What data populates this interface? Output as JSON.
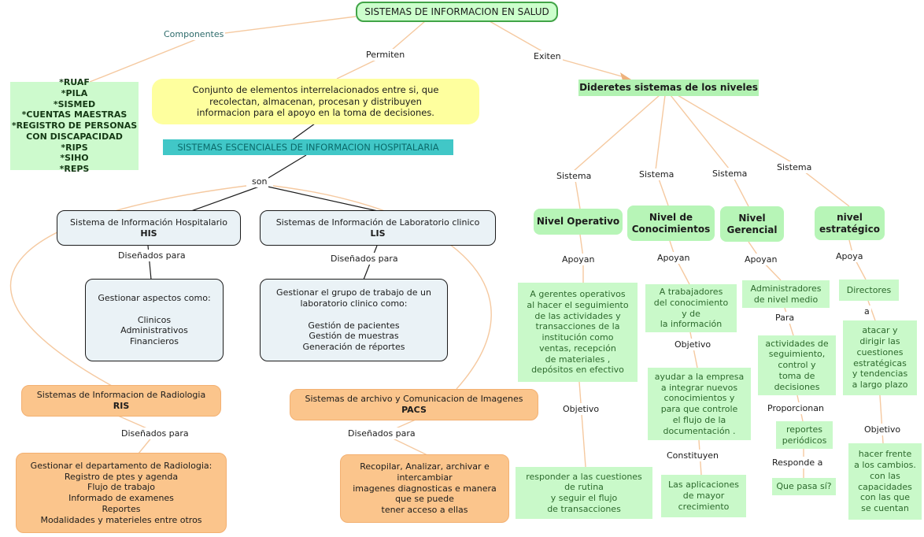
{
  "title": "SISTEMAS DE INFORMACION EN SALUD",
  "colors": {
    "node_green": "#ccffcc",
    "green_border": "#41a447",
    "yellow": "#feff9e",
    "teal_bg": "#41c7c7",
    "teal_text": "#0a6a6a",
    "steel_blue": "#eaf2f6",
    "orange": "#fbc58c",
    "light_green_box": "#c9f9c9",
    "level_green": "#b7f5b7",
    "line_peach": "#f5c9a0",
    "line_dark": "#1c1c1c"
  },
  "labels": {
    "componentes": "Componentes",
    "permiten": "Permiten",
    "exiten": "Exiten",
    "son": "son",
    "disenados": "Diseñados para",
    "sistema": "Sistema",
    "apoyan": "Apoyan",
    "apoya": "Apoya",
    "objetivo": "Objetivo",
    "constituyen": "Constituyen",
    "para": "Para",
    "proporcionan": "Proporcionan",
    "responde_a": "Responde a",
    "a": "a"
  },
  "nodes": {
    "componentes_list": {
      "text": "*RUAF\n*PILA\n*SISMED\n*CUENTAS MAESTRAS\n*REGISTRO DE PERSONAS\nCON DISCAPACIDAD\n*RIPS\n*SIHO\n*REPS"
    },
    "definicion": {
      "text": "Conjunto de elementos interrelacionados entre si, que\nrecolectan, almacenan, procesan y distribuyen\ninformacion para el apoyo en la toma de decisiones."
    },
    "hospitalaria": {
      "text": "SISTEMAS ESCENCIALES DE INFORMACION HOSPITALARIA"
    },
    "his": {
      "title": "Sistema de Información Hospitalario",
      "code": "HIS"
    },
    "lis": {
      "title": "Sistemas de Información de Laboratorio clinico",
      "code": "LIS"
    },
    "his_detail": {
      "text": "Gestionar aspectos como:\n\nClinicos\nAdministrativos\nFinancieros"
    },
    "lis_detail": {
      "text": "Gestionar el grupo de trabajo de un\nlaboratorio clinico como:\n\nGestión de pacientes\nGestión de muestras\nGeneración de réportes"
    },
    "ris": {
      "title": "Sistemas de Informacion de Radiologia",
      "code": "RIS"
    },
    "pacs": {
      "title": "Sistemas de archivo y Comunicacion de Imagenes",
      "code": "PACS"
    },
    "ris_detail": {
      "text": "Gestionar el departamento de Radiologia:\nRegistro de ptes y agenda\nFlujo de trabajo\nInformado de examenes\nReportes\nModalidades y materieles entre otros"
    },
    "pacs_detail": {
      "text": "Recopilar, Analizar, archivar e\nintercambiar\nimagenes diagnosticas e manera\nque se puede\ntener acceso a ellas"
    },
    "niveles_header": {
      "text": "Dideretes sistemas de los niveles"
    },
    "nivel_operativo": {
      "text": "Nivel Operativo"
    },
    "nivel_conocimientos": {
      "text": "Nivel de\nConocimientos"
    },
    "nivel_gerencial": {
      "text": "Nivel\nGerencial"
    },
    "nivel_estrategico": {
      "text": "nivel\nestratégico"
    },
    "operativo_publico": {
      "text": "A gerentes operativos\nal hacer el seguimiento\nde las actividades y\ntransacciones de la\ninstitución como\nventas, recepción\nde materiales ,\ndepósitos en efectivo"
    },
    "operativo_objetivo": {
      "text": "responder a las cuestiones\nde rutina\ny seguir el flujo\nde transacciones"
    },
    "conocimientos_publico": {
      "text": "A trabajadores\ndel conocimiento\ny de\nla información"
    },
    "conocimientos_objetivo": {
      "text": "ayudar a la empresa\na integrar nuevos\nconocimientos y\npara que controle\nel flujo de la\ndocumentación ."
    },
    "conocimientos_crecimiento": {
      "text": "Las aplicaciones\nde mayor\ncrecimiento"
    },
    "gerencial_publico": {
      "text": "Administradores\nde nivel medio"
    },
    "gerencial_actividades": {
      "text": "actividades de\nseguimiento,\ncontrol y\ntoma de\ndecisiones"
    },
    "gerencial_reportes": {
      "text": "reportes\nperiódicos"
    },
    "gerencial_pregunta": {
      "text": "Que pasa sí?"
    },
    "estrategico_publico": {
      "text": "Directores"
    },
    "estrategico_actividades": {
      "text": "atacar y\ndirigir las\ncuestiones\nestratégicas\ny tendencias\na largo plazo"
    },
    "estrategico_objetivo": {
      "text": "hacer frente\na los cambios.\ncon las\ncapacidades\ncon las que\nse cuentan"
    }
  }
}
